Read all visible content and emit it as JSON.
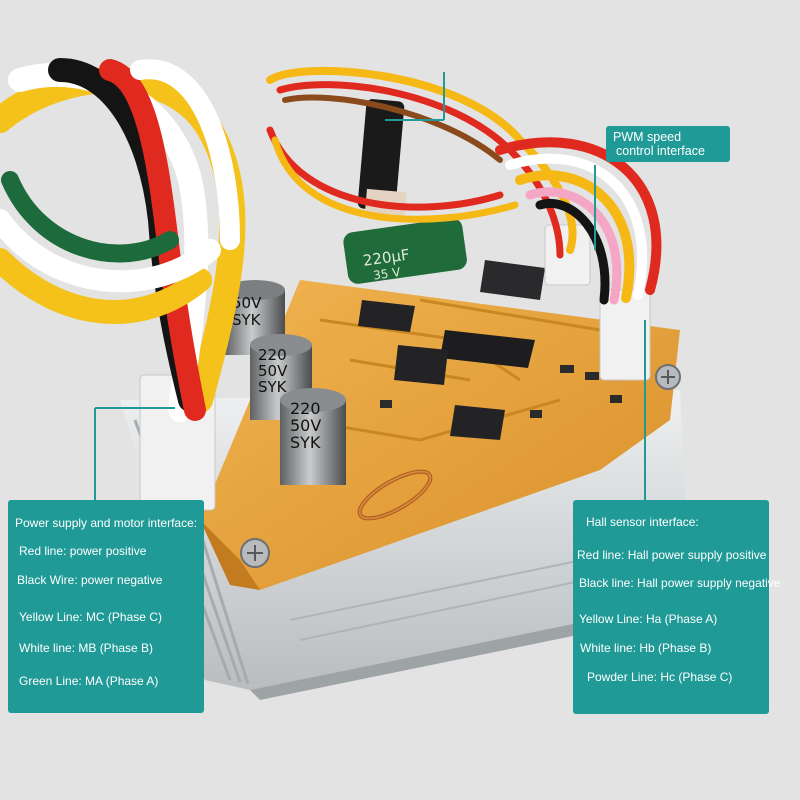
{
  "pwm_callout": {
    "line1": "PWM speed",
    "line2": "control interface"
  },
  "power_callout": {
    "title": "Power supply and motor interface:",
    "red": "Red line: power positive",
    "black": "Black Wire: power negative",
    "yellow": "Yellow Line: MC (Phase C)",
    "white": "White line: MB (Phase B)",
    "green": "Green Line: MA (Phase A)"
  },
  "hall_callout": {
    "title": "Hall sensor interface:",
    "red": "Red line: Hall power supply positive",
    "black": "Black line: Hall power supply negative",
    "yellow": "Yellow Line: Ha (Phase A)",
    "white": "White line: Hb (Phase B)",
    "powder": "Powder Line: Hc (Phase C)"
  },
  "board_labels": {
    "cap_big": "220",
    "cap_big_v": "50V",
    "cap_big_brand": "SYK",
    "cap_green": "220µF",
    "cap_green_v": "35 V"
  },
  "colors": {
    "callout": "#1f9a96",
    "pcb": "#e8a23a",
    "heatsink": "#cfd2d4",
    "background": "#e3e3e3"
  }
}
